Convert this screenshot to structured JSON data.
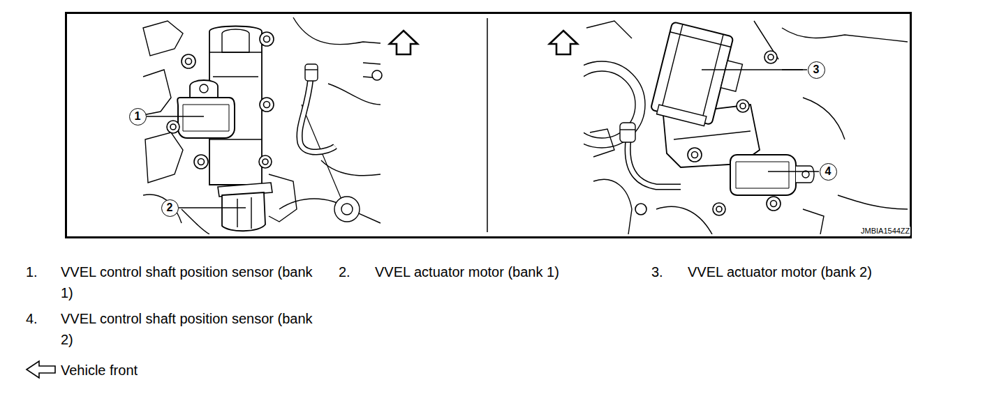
{
  "diagram": {
    "labels": [
      "1",
      "2",
      "3",
      "4",
      "JMBIA1544ZZ",
      "1.",
      "VVEL control shaft position sensor (bank 1)",
      "2.",
      "VVEL actuator motor (bank 1)",
      "3.",
      "VVEL actuator motor (bank 2)",
      "4.",
      "VVEL control shaft position sensor (bank 2)"
    ],
    "legend": [
      {
        "text": "Vehicle front"
      }
    ]
  }
}
